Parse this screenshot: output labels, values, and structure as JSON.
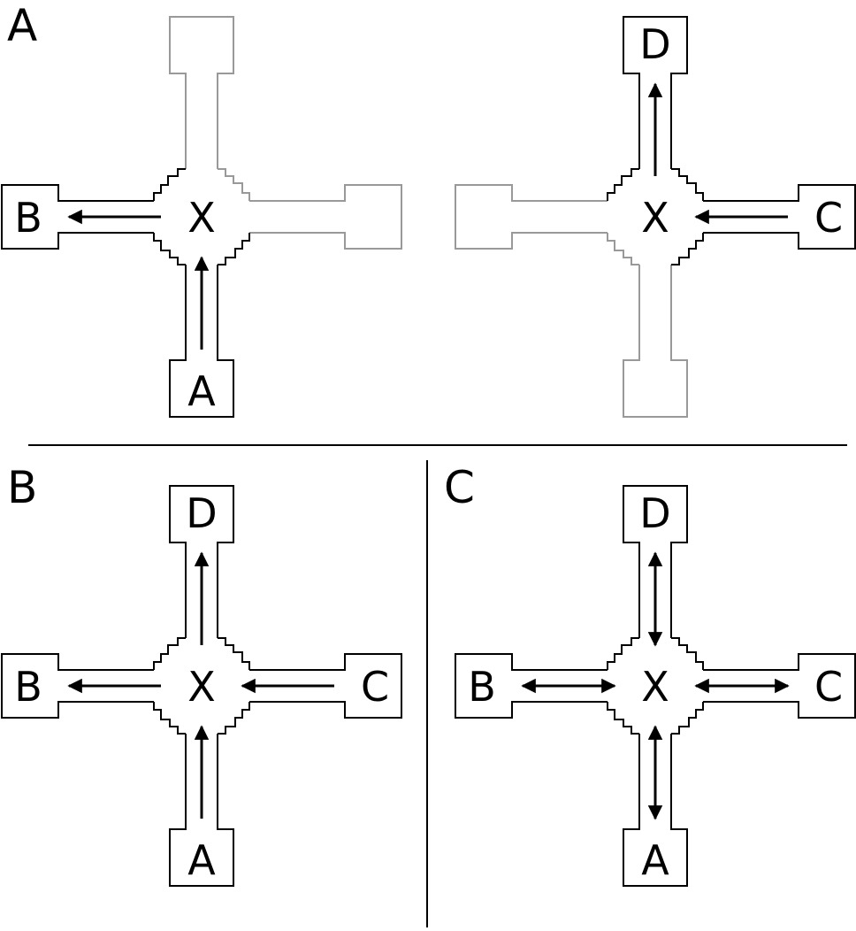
{
  "colors": {
    "active": "#000000",
    "inactive": "#999999",
    "divider": "#000000",
    "background": "#ffffff"
  },
  "panels": {
    "A": {
      "letter": "A",
      "left": {
        "center": "X",
        "arms": {
          "west": "B",
          "south": "A"
        },
        "active_arms": [
          "west",
          "south"
        ],
        "flows": [
          {
            "arm": "south",
            "direction": "in"
          },
          {
            "arm": "west",
            "direction": "out"
          }
        ]
      },
      "right": {
        "center": "X",
        "arms": {
          "north": "D",
          "east": "C"
        },
        "active_arms": [
          "north",
          "east"
        ],
        "flows": [
          {
            "arm": "east",
            "direction": "in"
          },
          {
            "arm": "north",
            "direction": "out"
          }
        ]
      }
    },
    "B": {
      "letter": "B",
      "junction": {
        "center": "X",
        "arms": {
          "north": "D",
          "west": "B",
          "east": "C",
          "south": "A"
        },
        "active_arms": [
          "north",
          "west",
          "east",
          "south"
        ],
        "flows": [
          {
            "arm": "south",
            "direction": "in"
          },
          {
            "arm": "east",
            "direction": "in"
          },
          {
            "arm": "west",
            "direction": "out"
          },
          {
            "arm": "north",
            "direction": "out"
          }
        ]
      }
    },
    "C": {
      "letter": "C",
      "junction": {
        "center": "X",
        "arms": {
          "north": "D",
          "west": "B",
          "east": "C",
          "south": "A"
        },
        "active_arms": [
          "north",
          "west",
          "east",
          "south"
        ],
        "flows": [
          {
            "arm": "north",
            "direction": "both"
          },
          {
            "arm": "west",
            "direction": "both"
          },
          {
            "arm": "east",
            "direction": "both"
          },
          {
            "arm": "south",
            "direction": "both"
          }
        ]
      }
    }
  }
}
